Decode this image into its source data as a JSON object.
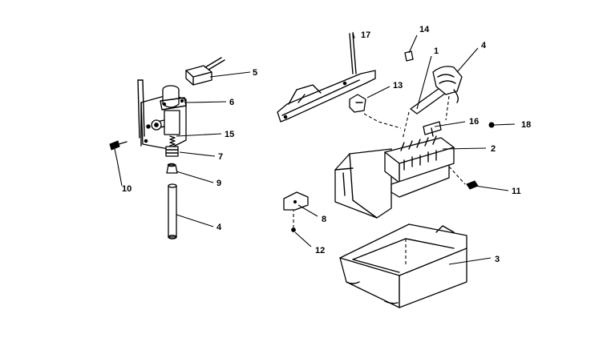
{
  "diagram": {
    "labels": {
      "p1": "1",
      "p2": "2",
      "p3": "3",
      "p4a": "4",
      "p4b": "4",
      "p5": "5",
      "p6": "6",
      "p7": "7",
      "p8": "8",
      "p9": "9",
      "p10": "10",
      "p11": "11",
      "p12": "12",
      "p13": "13",
      "p14": "14",
      "p15": "15",
      "p16": "16",
      "p17": "17",
      "p18": "18"
    }
  }
}
